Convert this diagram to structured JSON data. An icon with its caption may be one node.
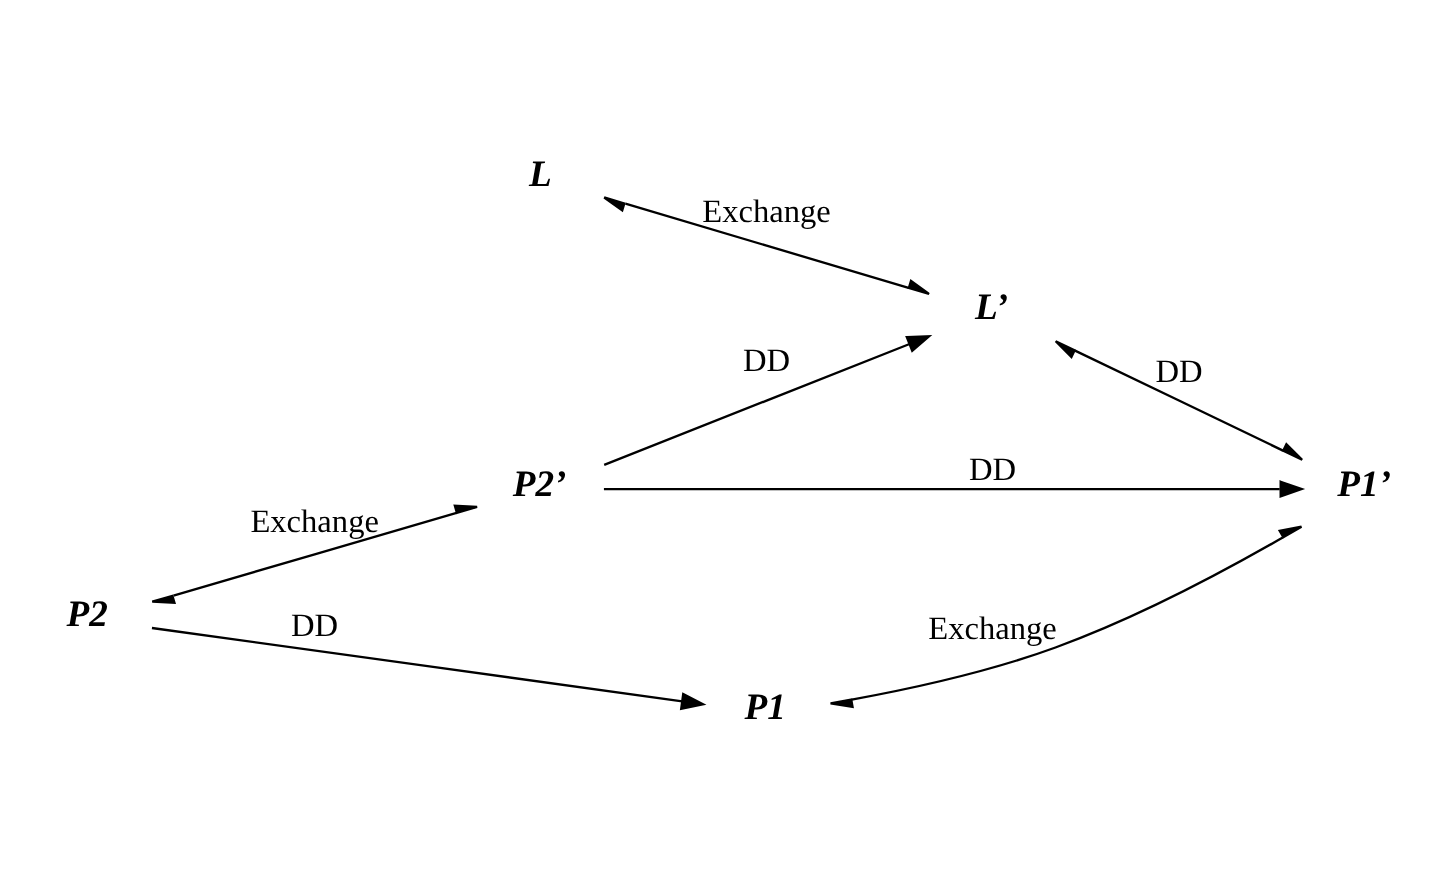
{
  "diagram": {
    "nodes": [
      {
        "text": [
          "L"
        ]
      },
      {
        "text": [
          "L’"
        ]
      },
      {
        "text": [
          "P2"
        ]
      },
      {
        "text": [
          "P2’"
        ]
      },
      {
        "text": [
          "P1"
        ]
      },
      {
        "text": [
          "P1’"
        ]
      }
    ],
    "edges": [
      {
        "from": 0,
        "to": 1,
        "arrow": "both",
        "label": "Exchange"
      },
      {
        "from": 3,
        "to": 1,
        "arrow": "to",
        "label": "DD"
      },
      {
        "from": 2,
        "to": 3,
        "arrow": "both",
        "label": "Exchange"
      },
      {
        "from": 1,
        "to": 5,
        "arrow": "both",
        "label": "DD"
      },
      {
        "from": 2,
        "to": 4,
        "arrow": "to",
        "label": "DD"
      },
      {
        "from": 3,
        "to": 5,
        "arrow": "to",
        "label": "DD"
      },
      {
        "from": 4,
        "to": 5,
        "arrow": "both",
        "label": "Exchange"
      }
    ]
  }
}
